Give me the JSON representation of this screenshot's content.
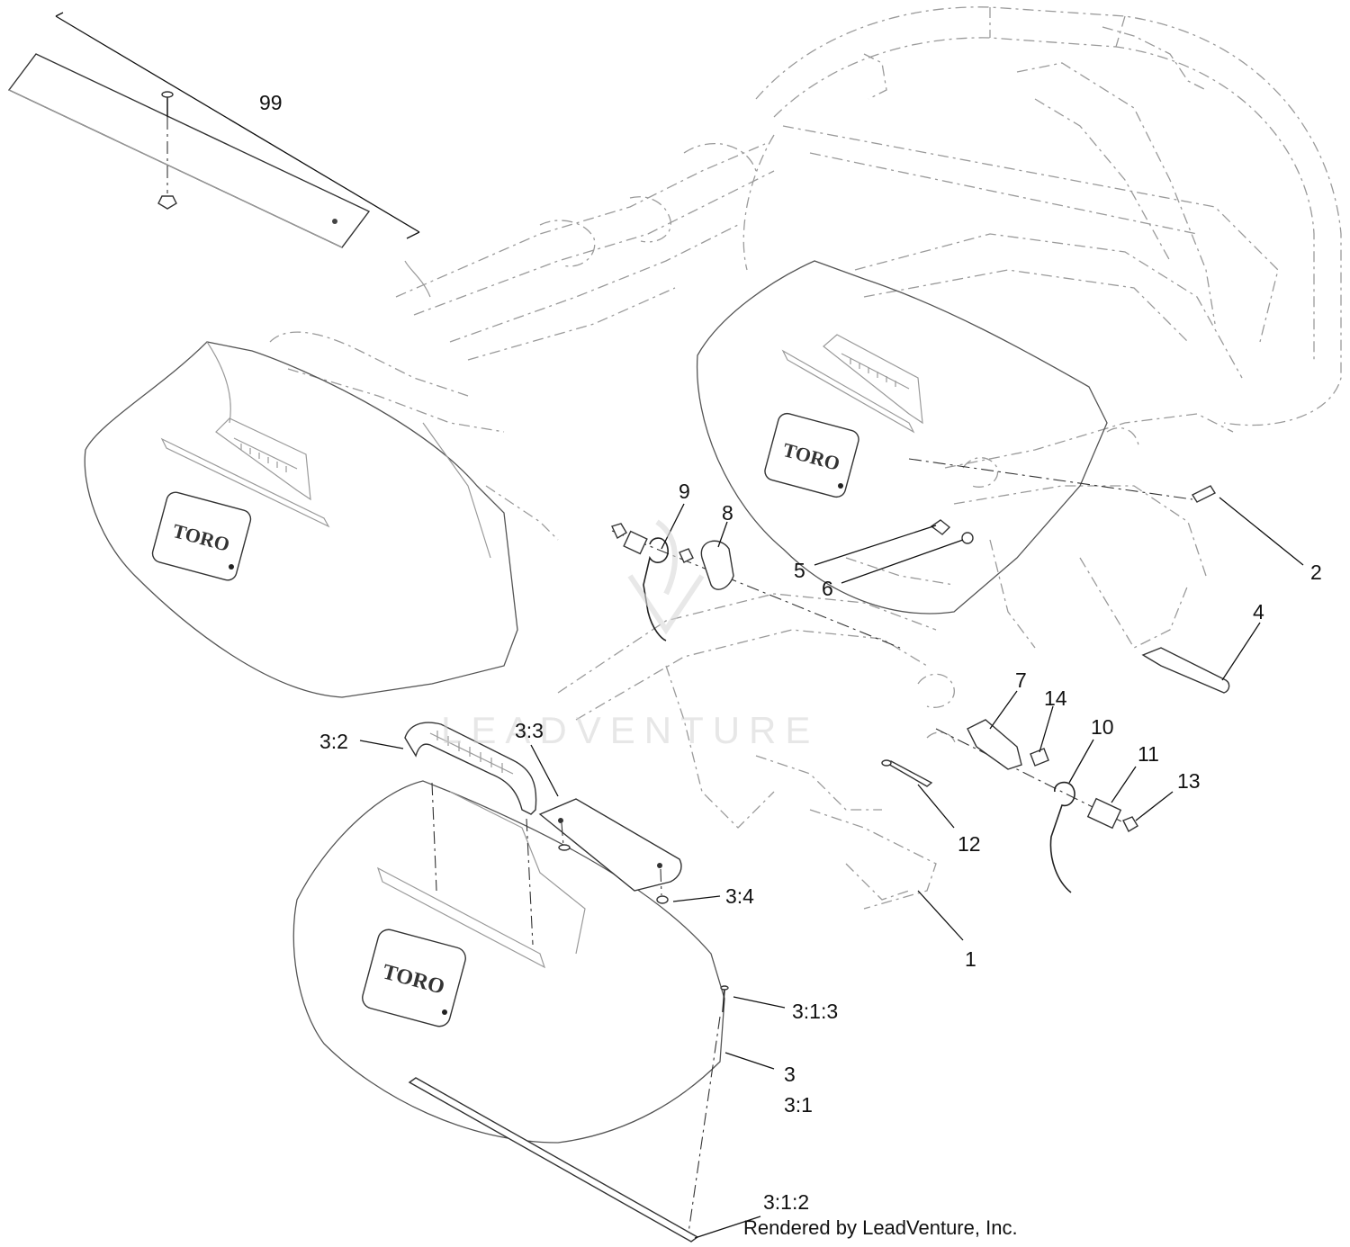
{
  "diagram": {
    "brand_text": "TORO",
    "footer_text": "Rendered by LeadVenture, Inc.",
    "watermark_text": "LEADVENTURE",
    "callouts": [
      {
        "id": "99",
        "label": "99"
      },
      {
        "id": "9",
        "label": "9"
      },
      {
        "id": "8",
        "label": "8"
      },
      {
        "id": "5",
        "label": "5"
      },
      {
        "id": "6",
        "label": "6"
      },
      {
        "id": "2",
        "label": "2"
      },
      {
        "id": "4",
        "label": "4"
      },
      {
        "id": "7",
        "label": "7"
      },
      {
        "id": "14",
        "label": "14"
      },
      {
        "id": "10",
        "label": "10"
      },
      {
        "id": "11",
        "label": "11"
      },
      {
        "id": "13",
        "label": "13"
      },
      {
        "id": "12",
        "label": "12"
      },
      {
        "id": "1",
        "label": "1"
      },
      {
        "id": "3:2",
        "label": "3:2"
      },
      {
        "id": "3:3",
        "label": "3:3"
      },
      {
        "id": "3:4",
        "label": "3:4"
      },
      {
        "id": "3:1:3",
        "label": "3:1:3"
      },
      {
        "id": "3",
        "label": "3"
      },
      {
        "id": "3:1",
        "label": "3:1"
      },
      {
        "id": "3:1:2",
        "label": "3:1:2"
      }
    ]
  }
}
